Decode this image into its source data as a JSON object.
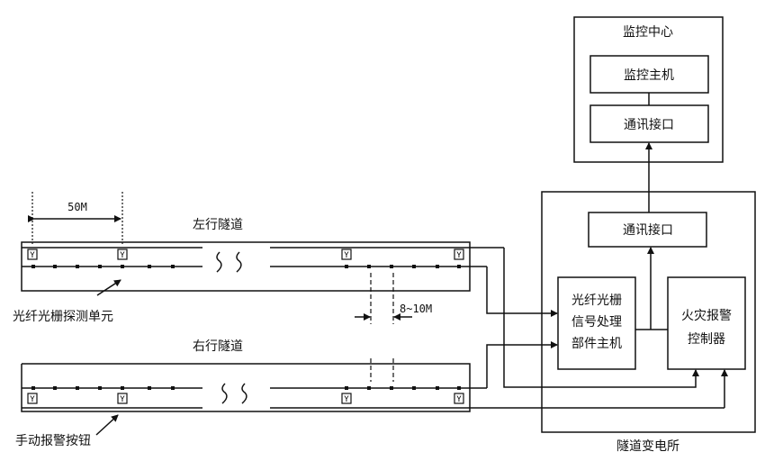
{
  "monitoring_center": {
    "title": "监控中心",
    "host": "监控主机",
    "comm_interface": "通讯接口"
  },
  "substation": {
    "title": "隧道变电所",
    "comm_interface": "通讯接口",
    "fbg_host_lines": [
      "光纤光栅",
      "信号处理",
      "部件主机"
    ],
    "fire_alarm_lines": [
      "火灾报警",
      "控制器"
    ]
  },
  "left_tunnel": {
    "title": "左行隧道"
  },
  "right_tunnel": {
    "title": "右行隧道"
  },
  "labels": {
    "spacing_50m": "50M",
    "spacing_8_10m": "8~10M",
    "fbg_probe_unit": "光纤光栅探测单元",
    "manual_alarm_button": "手动报警按钮",
    "button_glyph": "Y"
  },
  "colors": {
    "line": "#111111",
    "background": "#ffffff"
  }
}
